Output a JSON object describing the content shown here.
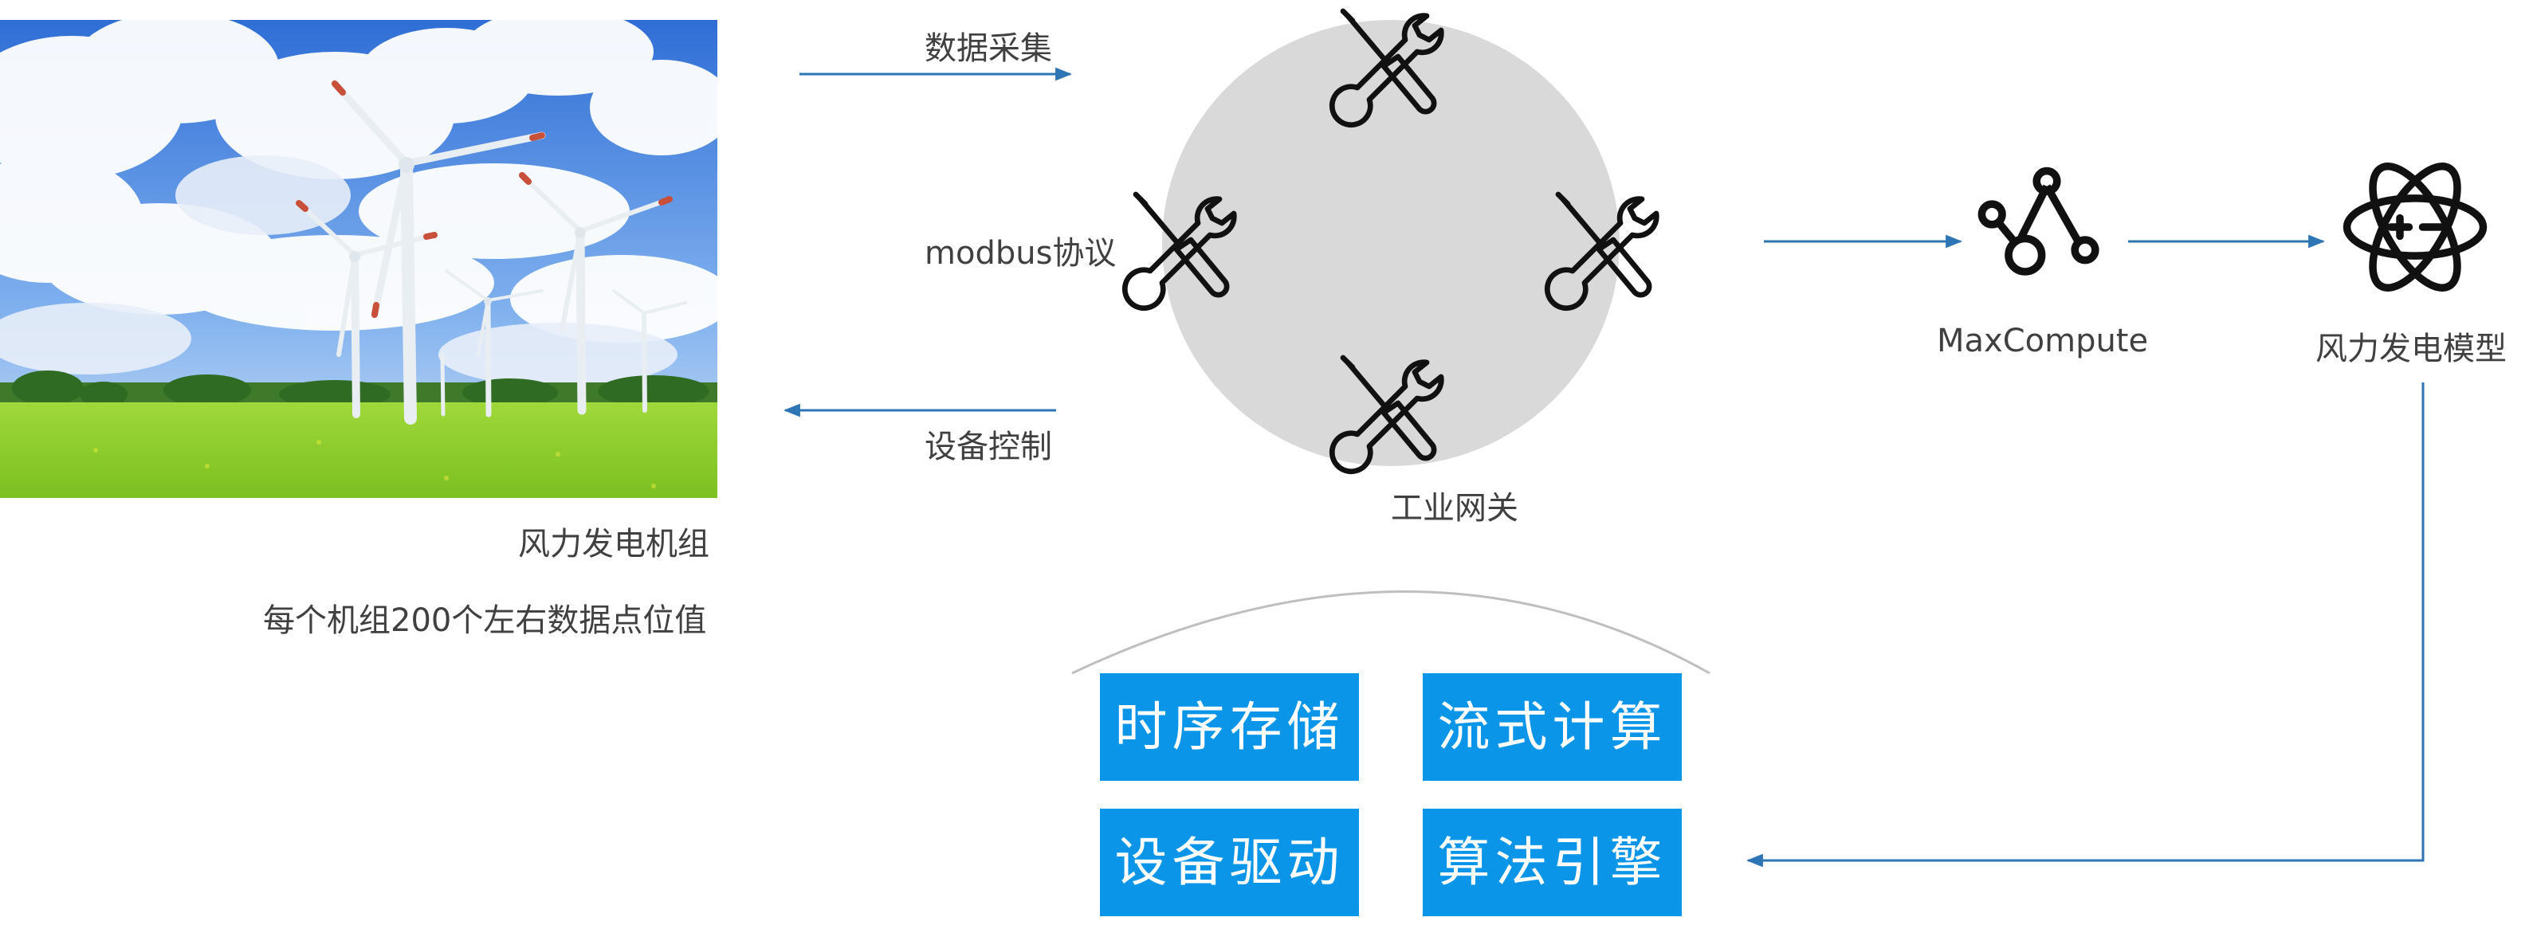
{
  "source": {
    "caption": "风力发电机组",
    "note": "每个机组200个左右数据点位值"
  },
  "flows": {
    "collect_label": "数据采集",
    "control_label": "设备控制",
    "protocol_label": "modbus协议"
  },
  "gateway": {
    "label": "工业网关",
    "icon": "wrench-screwdriver-icon"
  },
  "maxcompute": {
    "label": "MaxCompute",
    "icon": "graph-nodes-icon"
  },
  "model": {
    "label": "风力发电模型",
    "icon": "atom-icon"
  },
  "capabilities": {
    "items": [
      "时序存储",
      "流式计算",
      "设备驱动",
      "算法引擎"
    ]
  },
  "colors": {
    "arrow": "#2e75b6",
    "tile": "#0a95e8",
    "gateway_circle": "#d9d9d9",
    "text": "#404040"
  }
}
